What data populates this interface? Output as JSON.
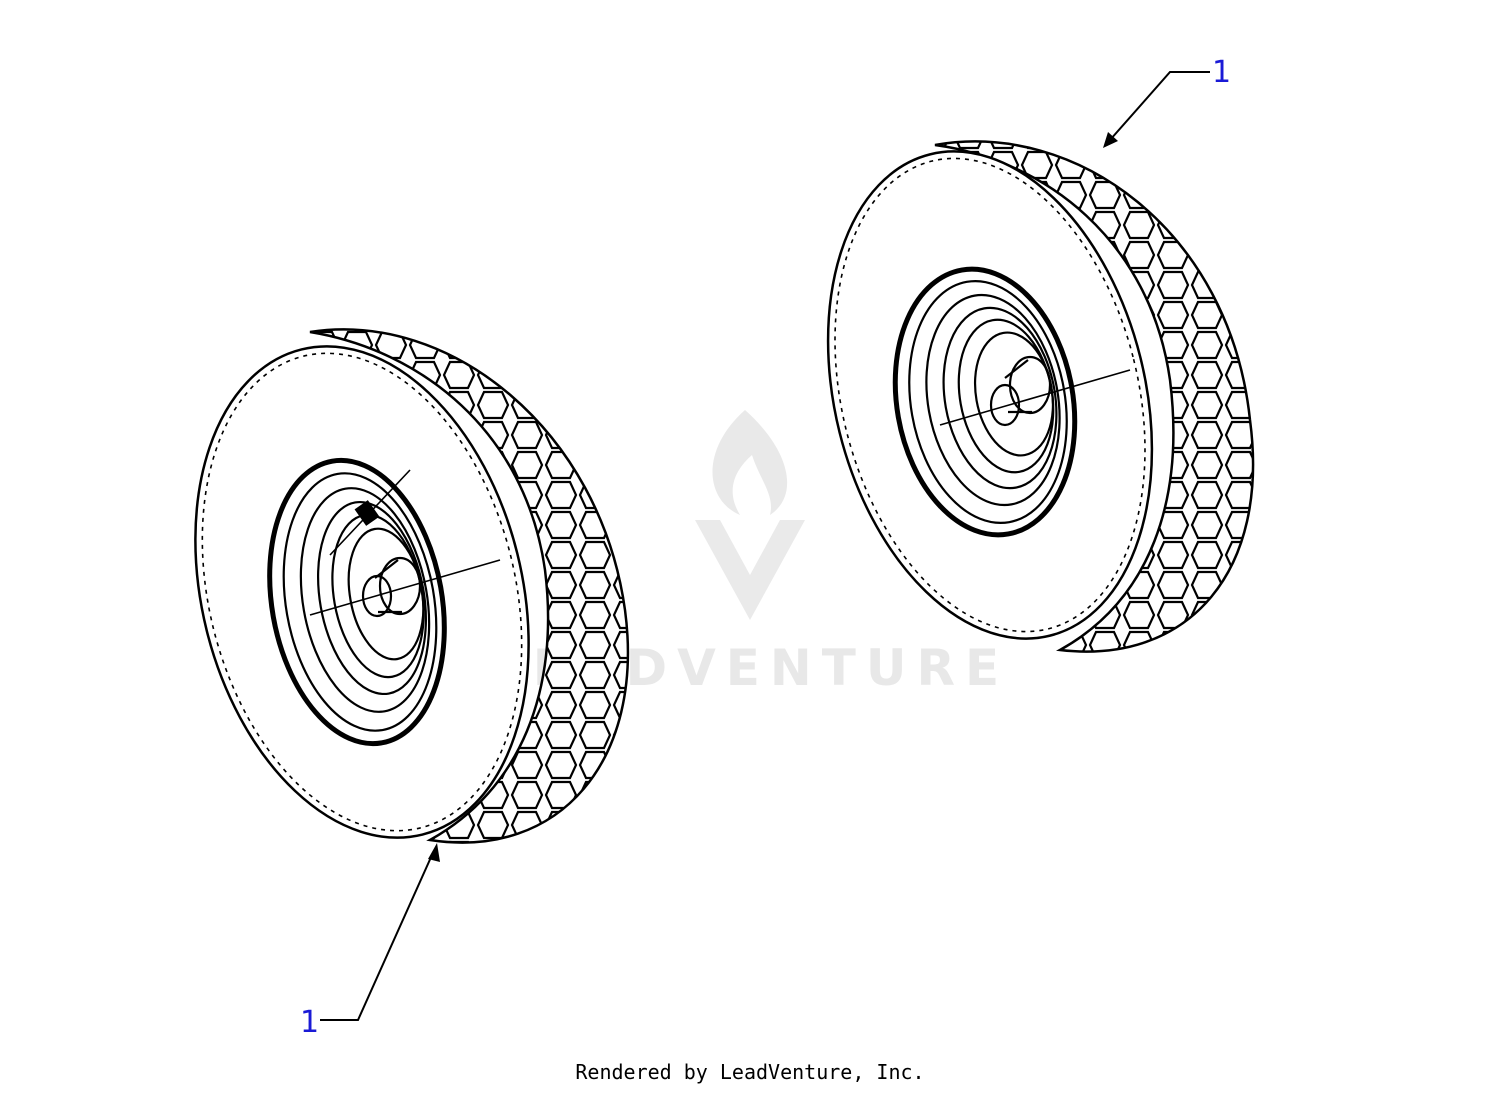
{
  "diagram": {
    "callouts": [
      {
        "id": "right-wheel",
        "label": "1"
      },
      {
        "id": "left-wheel",
        "label": "1"
      }
    ]
  },
  "watermark": {
    "text": "LEADVENTURE"
  },
  "footer": {
    "text": "Rendered by LeadVenture, Inc."
  },
  "colors": {
    "line": "#000000",
    "callout_text": "#1a1ad6",
    "watermark": "#e8e8e8",
    "background": "#ffffff"
  }
}
